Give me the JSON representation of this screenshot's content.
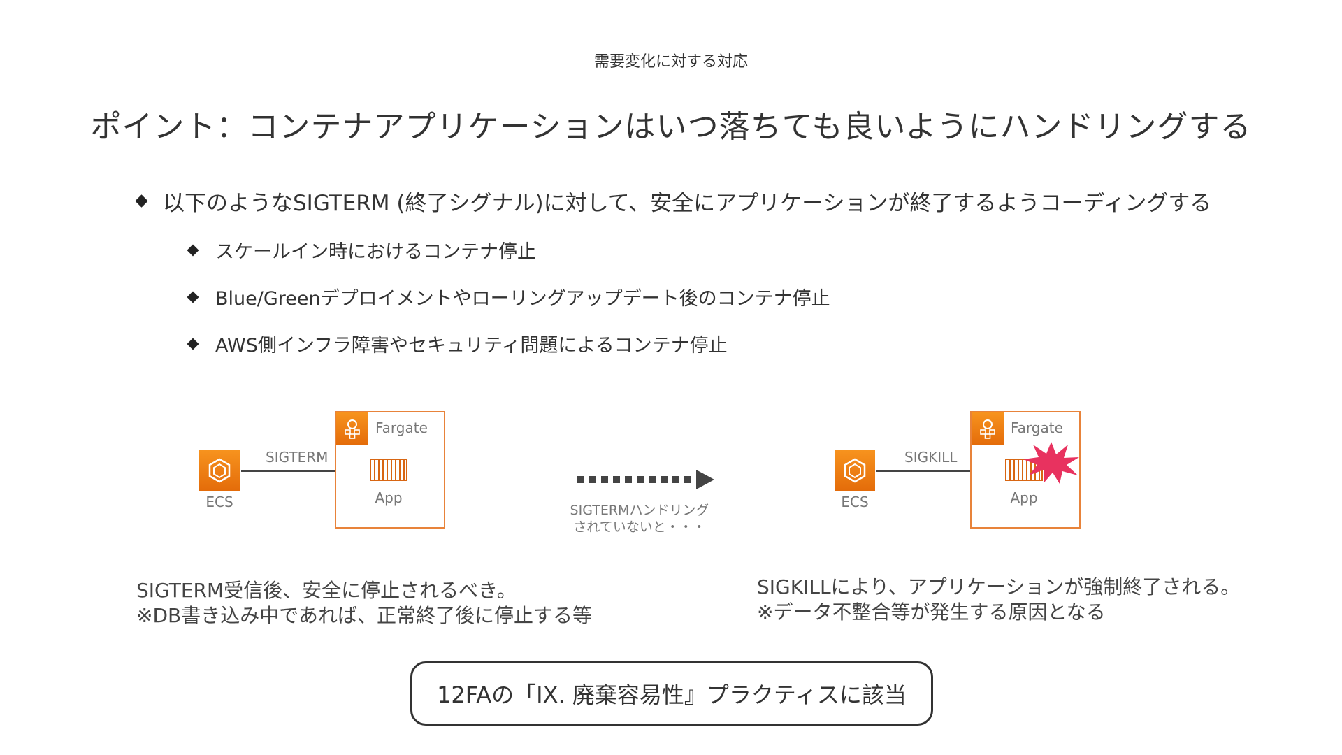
{
  "header": {
    "section_label": "需要変化に対する対応",
    "title": "ポイント：コンテナアプリケーションはいつ落ちても良いようにハンドリングする"
  },
  "bullets": {
    "main": "以下のようなSIGTERM (終了シグナル)に対して、安全にアプリケーションが終了するようコーディングする",
    "sub": [
      "スケールイン時におけるコンテナ停止",
      "Blue/Greenデプロイメントやローリングアップデート後のコンテナ停止",
      "AWS側インフラ障害やセキュリティ問題によるコンテナ停止"
    ]
  },
  "diagram_left": {
    "ecs_label": "ECS",
    "signal_label": "SIGTERM",
    "fargate_label": "Fargate",
    "app_label": "App"
  },
  "diagram_middle": {
    "line1": "SIGTERMハンドリング",
    "line2": "されていないと・・・"
  },
  "diagram_right": {
    "ecs_label": "ECS",
    "signal_label": "SIGKILL",
    "fargate_label": "Fargate",
    "app_label": "App"
  },
  "captions": {
    "left_line1": "SIGTERM受信後、安全に停止されるべき。",
    "left_line2": "※DB書き込み中であれば、正常終了後に停止する等",
    "right_line1": "SIGKILLにより、アプリケーションが強制終了される。",
    "right_line2": "※データ不整合等が発生する原因となる"
  },
  "footer": {
    "box_text": "12FAの「IX. 廃棄容易性』プラクティスに該当"
  },
  "colors": {
    "accent_orange": "#e8833a",
    "burst_pink": "#e8325f"
  }
}
